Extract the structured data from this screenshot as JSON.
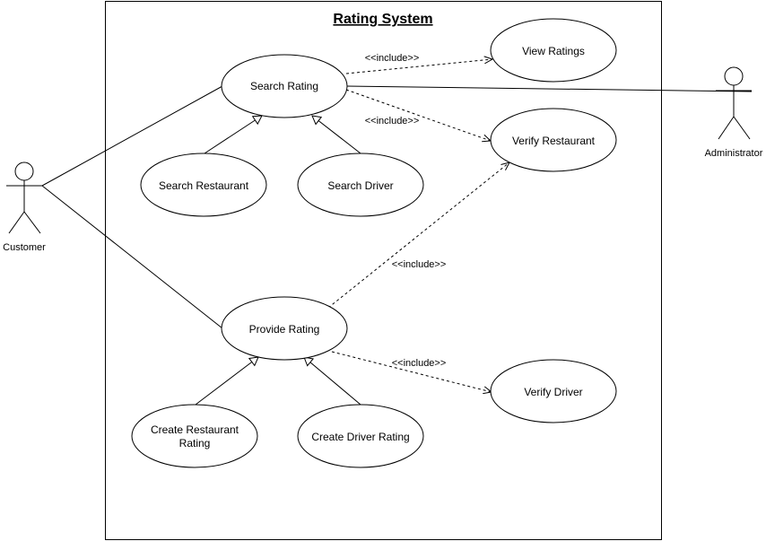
{
  "diagram": {
    "system": {
      "title": "Rating System"
    },
    "actors": {
      "customer": {
        "label": "Customer"
      },
      "administrator": {
        "label": "Administrator"
      }
    },
    "use_cases": {
      "search_rating": {
        "label": "Search Rating"
      },
      "view_ratings": {
        "label": "View Ratings"
      },
      "verify_restaurant": {
        "label": "Verify Restaurant"
      },
      "search_restaurant": {
        "label": "Search Restaurant"
      },
      "search_driver": {
        "label": "Search Driver"
      },
      "provide_rating": {
        "label": "Provide Rating"
      },
      "verify_driver": {
        "label": "Verify Driver"
      },
      "create_restaurant_rating": {
        "line1": "Create Restaurant",
        "line2": "Rating"
      },
      "create_driver_rating": {
        "label": "Create Driver Rating"
      }
    },
    "stereotypes": {
      "include_view_ratings": "<<include>>",
      "include_verify_restaurant_1": "<<include>>",
      "include_verify_restaurant_2": "<<include>>",
      "include_verify_driver": "<<include>>"
    },
    "relationships": [
      {
        "type": "association",
        "from": "Customer",
        "to": "Search Rating"
      },
      {
        "type": "association",
        "from": "Customer",
        "to": "Provide Rating"
      },
      {
        "type": "association",
        "from": "Administrator",
        "to": "Search Rating"
      },
      {
        "type": "include",
        "from": "Search Rating",
        "to": "View Ratings"
      },
      {
        "type": "include",
        "from": "Search Rating",
        "to": "Verify Restaurant"
      },
      {
        "type": "include",
        "from": "Provide Rating",
        "to": "Verify Restaurant"
      },
      {
        "type": "include",
        "from": "Provide Rating",
        "to": "Verify Driver"
      },
      {
        "type": "generalization",
        "from": "Search Restaurant",
        "to": "Search Rating"
      },
      {
        "type": "generalization",
        "from": "Search Driver",
        "to": "Search Rating"
      },
      {
        "type": "generalization",
        "from": "Create Restaurant Rating",
        "to": "Provide Rating"
      },
      {
        "type": "generalization",
        "from": "Create Driver Rating",
        "to": "Provide Rating"
      }
    ]
  }
}
